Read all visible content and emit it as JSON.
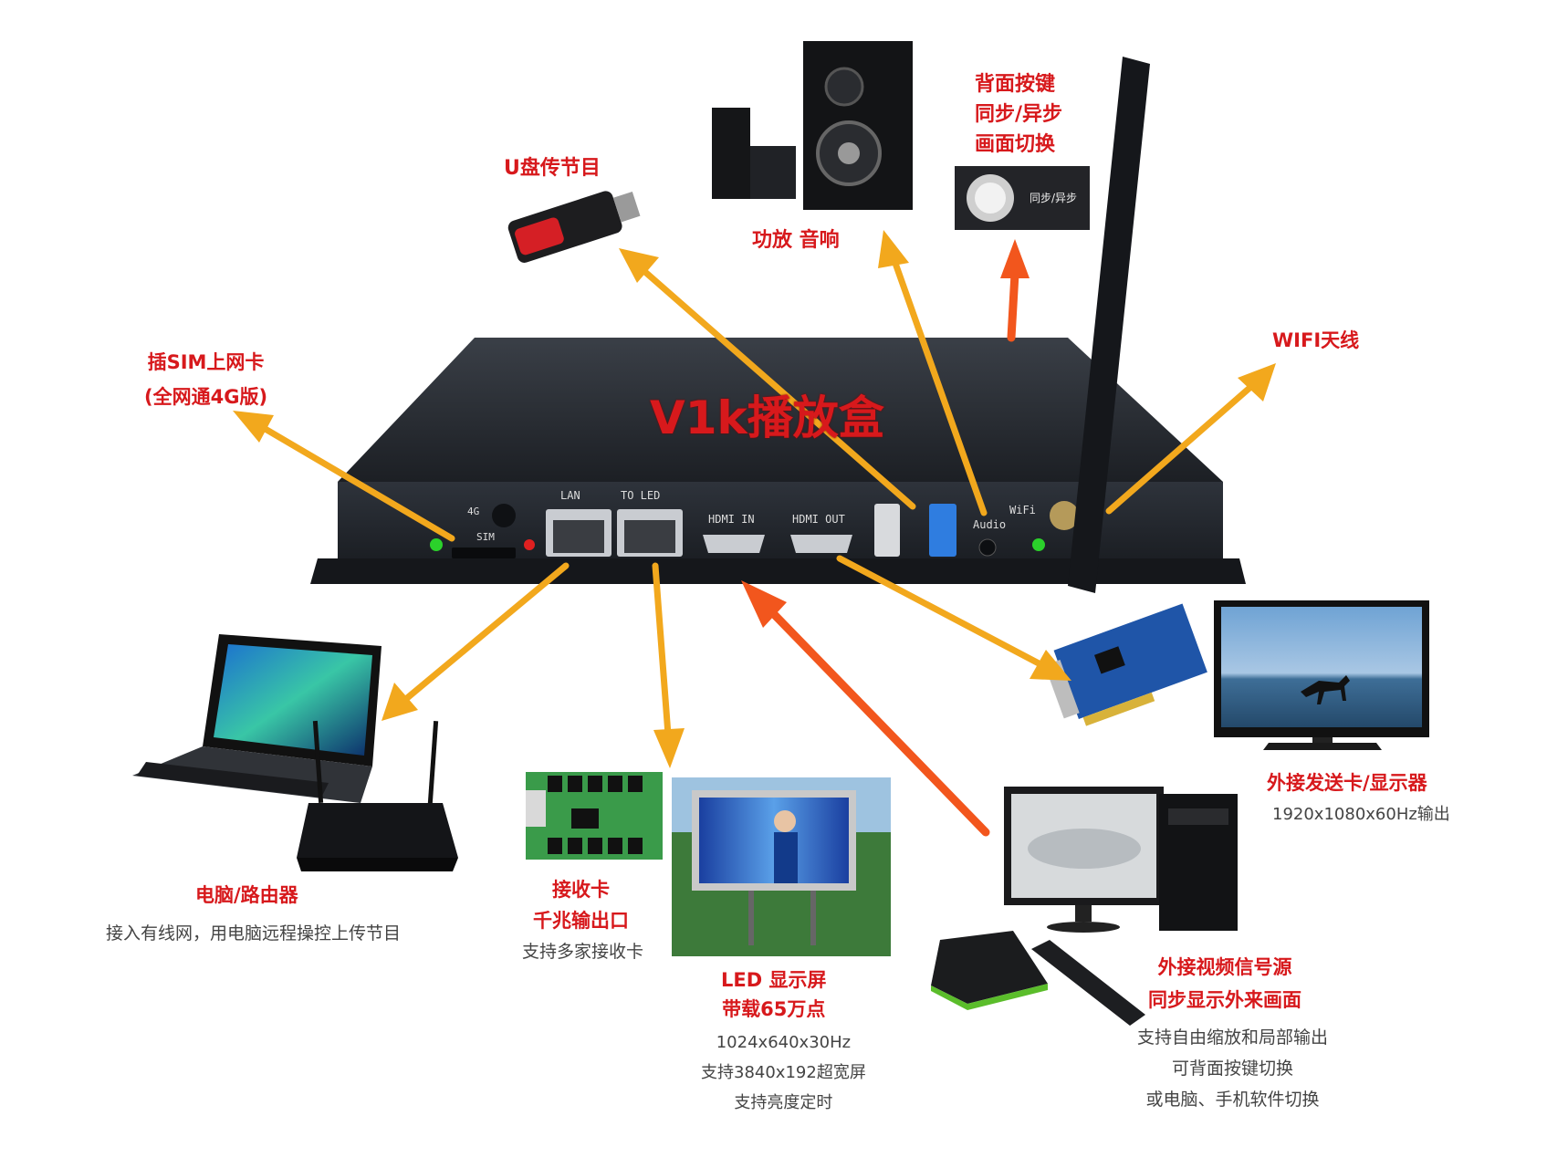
{
  "title": "V1k播放盒",
  "device": {
    "port_4g": "4G",
    "port_sim": "SIM",
    "port_lan": "LAN",
    "port_to_led": "TO LED",
    "port_hdmi_in": "HDMI IN",
    "port_hdmi_out": "HDMI OUT",
    "port_audio": "Audio",
    "port_wifi": "WiFi"
  },
  "labels": {
    "usb": "U盘传节目",
    "speaker": "功放 音响",
    "back_button": [
      "背面按键",
      "同步/异步",
      "画面切换"
    ],
    "button_caption": "同步/异步",
    "wifi": "WIFI天线",
    "sim": [
      "插SIM上网卡",
      "(全网通4G版)"
    ],
    "computer_title": "电脑/路由器",
    "computer_desc": "接入有线网，用电脑远程操控上传节目",
    "receiver_title": [
      "接收卡",
      "千兆输出口"
    ],
    "receiver_desc": "支持多家接收卡",
    "led_title": [
      "LED 显示屏",
      "带载65万点"
    ],
    "led_desc": [
      "1024x640x30Hz",
      "支持3840x192超宽屏",
      "支持亮度定时"
    ],
    "video_title": [
      "外接视频信号源",
      "同步显示外来画面"
    ],
    "video_desc": [
      "支持自由缩放和局部输出",
      "可背面按键切换",
      "或电脑、手机软件切换"
    ],
    "sender_title": "外接发送卡/显示器",
    "sender_desc": "1920x1080x60Hz输出"
  },
  "colors": {
    "label_red": "#d7191c",
    "arrow_yellow": "#f2a81d",
    "arrow_orange": "#f2561d",
    "box_body": "#2b2f36"
  }
}
